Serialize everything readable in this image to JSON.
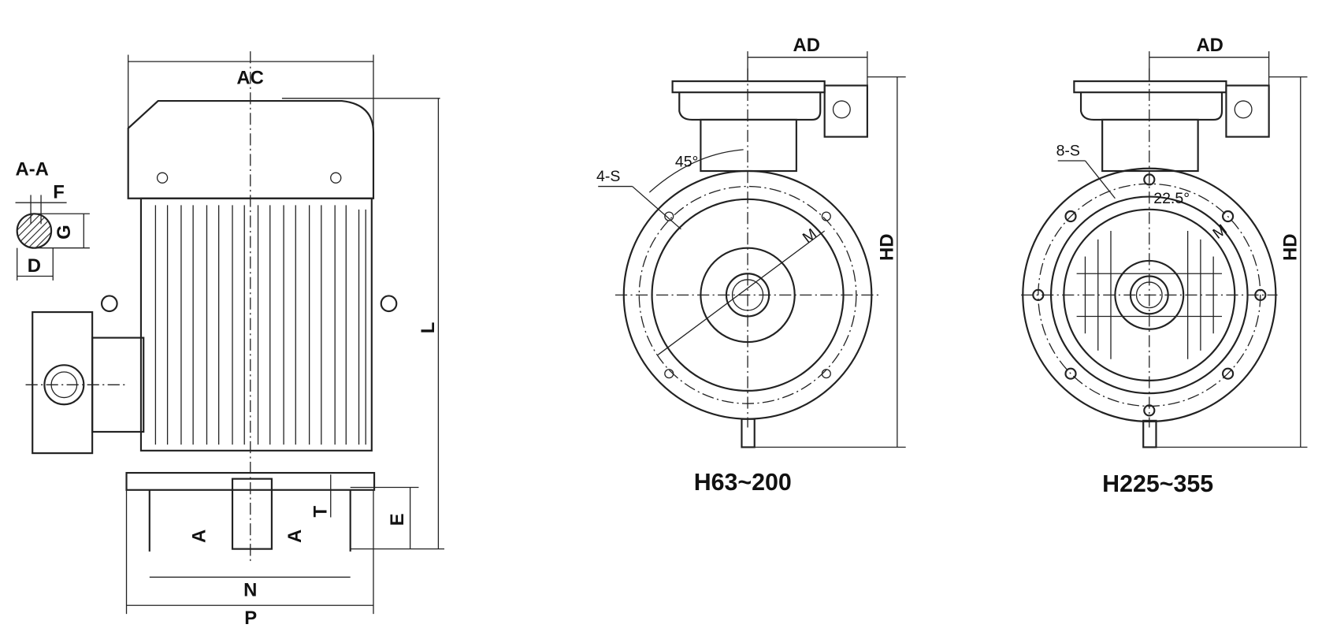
{
  "side_view": {
    "section_label": "A-A",
    "dim_F": "F",
    "dim_G": "G",
    "dim_D": "D",
    "dim_AC": "AC",
    "dim_L": "L",
    "dim_T": "T",
    "dim_E": "E",
    "section_mark_left": "A",
    "section_mark_right": "A",
    "dim_N": "N",
    "dim_P": "P"
  },
  "front_view_small": {
    "dim_AD": "AD",
    "dim_HD": "HD",
    "holes": "4-S",
    "angle": "45°",
    "dim_M": "M",
    "caption": "H63~200"
  },
  "front_view_large": {
    "dim_AD": "AD",
    "dim_HD": "HD",
    "holes": "8-S",
    "angle": "22.5°",
    "dim_M": "M",
    "caption": "H225~355"
  }
}
